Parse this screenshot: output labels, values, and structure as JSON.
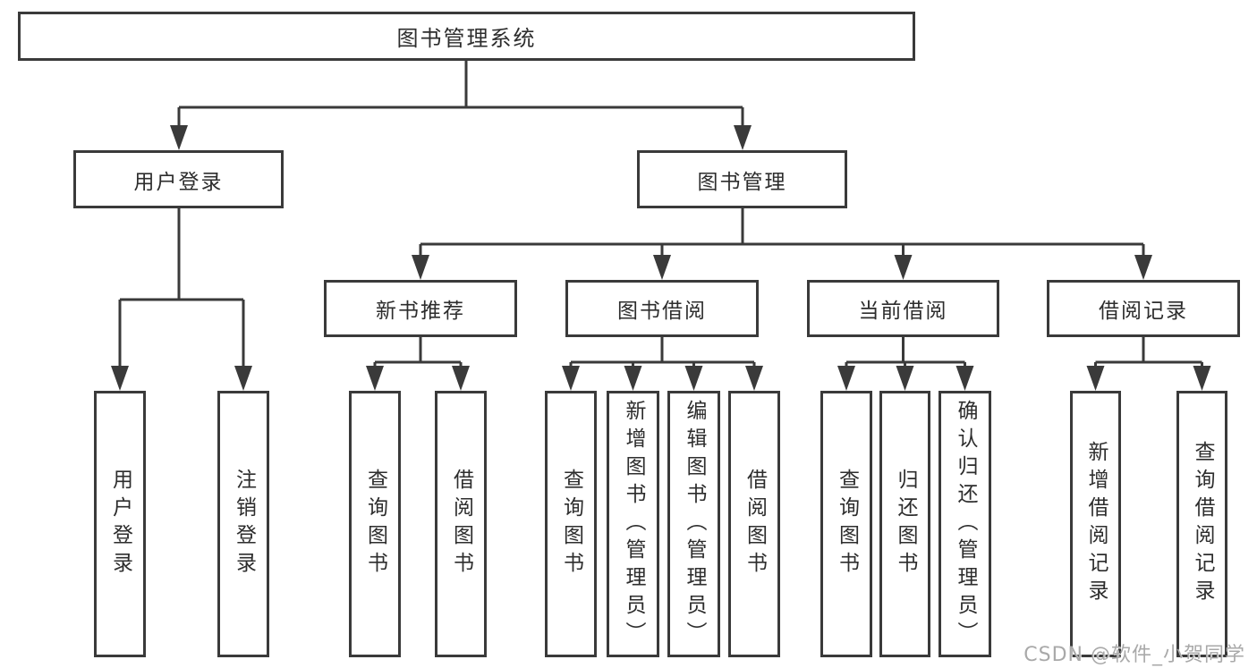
{
  "colors": {
    "line": "#3a3a3a",
    "text": "#2d2d2d",
    "box_bg": "#ffffff",
    "page_bg": "#ffffff",
    "watermark": "#a9a9a9"
  },
  "watermark": "CSDN @软件_小贺同学",
  "tree": {
    "label": "图书管理系统",
    "children": [
      {
        "label": "用户登录",
        "children": [
          {
            "label": "用户登录"
          },
          {
            "label": "注销登录"
          }
        ]
      },
      {
        "label": "图书管理",
        "children": [
          {
            "label": "新书推荐",
            "children": [
              {
                "label": "查询图书"
              },
              {
                "label": "借阅图书"
              }
            ]
          },
          {
            "label": "图书借阅",
            "children": [
              {
                "label": "查询图书"
              },
              {
                "label": "新增图书（管理员）"
              },
              {
                "label": "编辑图书（管理员）"
              },
              {
                "label": "借阅图书"
              }
            ]
          },
          {
            "label": "当前借阅",
            "children": [
              {
                "label": "查询图书"
              },
              {
                "label": "归还图书"
              },
              {
                "label": "确认归还（管理员）"
              }
            ]
          },
          {
            "label": "借阅记录",
            "children": [
              {
                "label": "新增借阅记录"
              },
              {
                "label": "查询借阅记录"
              }
            ]
          }
        ]
      }
    ]
  }
}
